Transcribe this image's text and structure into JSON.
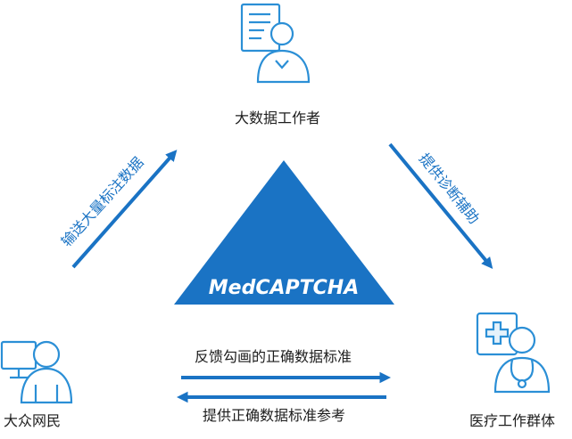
{
  "center_label": "MedCAPTCHA",
  "nodes": {
    "top": "大数据工作者",
    "left": "大众网民",
    "right": "医疗工作群体"
  },
  "edges": {
    "left_to_top": "输送大量标注数据",
    "top_to_right": "提供诊断辅助",
    "left_to_right": "反馈勾画的正确数据标准",
    "right_to_left": "提供正确数据标准参考"
  },
  "colors": {
    "primary": "#1a73c4",
    "text": "#1d1d1d",
    "icon_stroke": "#2b8fd6",
    "icon_fill": "#e6f2fb"
  }
}
